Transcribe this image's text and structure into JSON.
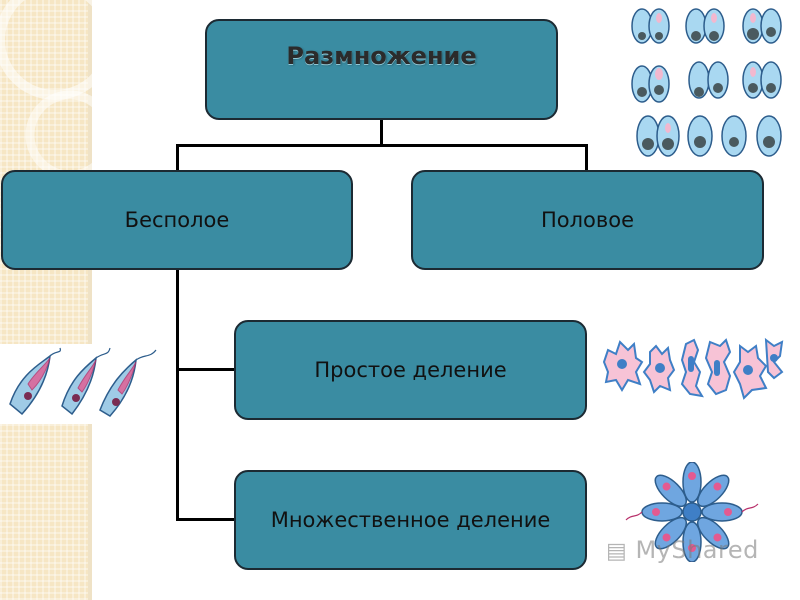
{
  "diagram": {
    "root": "Размножение",
    "asexual": "Бесполое",
    "sexual": "Половое",
    "simple_division": "Простое деление",
    "multiple_division": "Множественное деление"
  },
  "watermark": {
    "text": "MyShared"
  },
  "colors": {
    "node_fill": "#3a8ca2",
    "node_border": "#1c2a33",
    "cell_blue": "#3f7fc6",
    "cell_pink": "#e35a90"
  },
  "icons": {
    "gametes": "sporozoan-cells-image",
    "trypanosomes": "trypanosome-image",
    "amoebae": "dividing-amoeba-image",
    "rosette": "trypanosome-rosette-image"
  }
}
